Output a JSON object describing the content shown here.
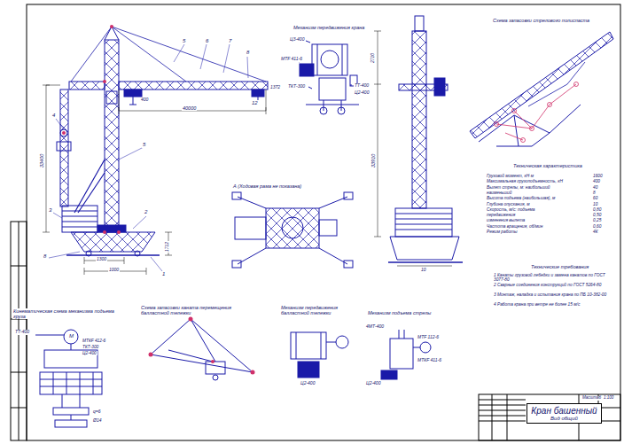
{
  "diagram": {
    "nodes": [
      {
        "text": [
          "Кран башенный",
          "Вид общий"
        ]
      }
    ],
    "labels": [
      "Механизм передвижения крана",
      "Схема запасовки стрелового полиспаста",
      "А (Ходовая рама не показана)",
      "Кинематическая схема механизма подъема груза",
      "Схема запасовки каната перемещения балластной тележки",
      "Механизм передвижения балластной тележки",
      "Механизм подъема стрелы",
      "40000",
      "400",
      "1372",
      "33400",
      "1300",
      "1000",
      "1712",
      "10",
      "33910",
      "2710",
      "5",
      "6",
      "7",
      "8",
      "4",
      "12",
      "5",
      "3",
      "2",
      "8",
      "1",
      "Ц3-400",
      "МТF 411-6",
      "ТКТ-300",
      "ТТ-400",
      "Ц2-400",
      "Техническая характеристика",
      "Грузовой момент, кН·м",
      "1600",
      "Максимальная грузоподъемность, кН",
      "400",
      "Вылет стрелы, м: наибольший",
      "40",
      "наименьший",
      "8",
      "Высота подъема (наибольшая), м",
      "60",
      "Глубина опускания, м",
      "10",
      "Скорость, м/с: подъема",
      "0,80",
      "передвижения",
      "0,50",
      "изменения вылета",
      "0,25",
      "Частота вращения, об/мин",
      "0,60",
      "Режим работы",
      "4К",
      "Технические требования",
      "1 Канаты грузовой лебедки и замена канатов по ГОСТ 3077-80",
      "2 Сварные соединения конструкций по ГОСТ 5264-80",
      "3 Монтаж, наладка и испытания крана по ПБ 10-382-00",
      "4 Работа крана при ветре не более 15 м/с",
      "ТТ-400",
      "М",
      "МТКF 412-6",
      "ТКТ-300",
      "Ц2-400",
      "q=6",
      "Ø14",
      "Ц2-400",
      "4МТ-400",
      "МТF 112-6",
      "МТКF 411-6",
      "Ц2-400",
      "Масштаб",
      "1:100"
    ]
  }
}
